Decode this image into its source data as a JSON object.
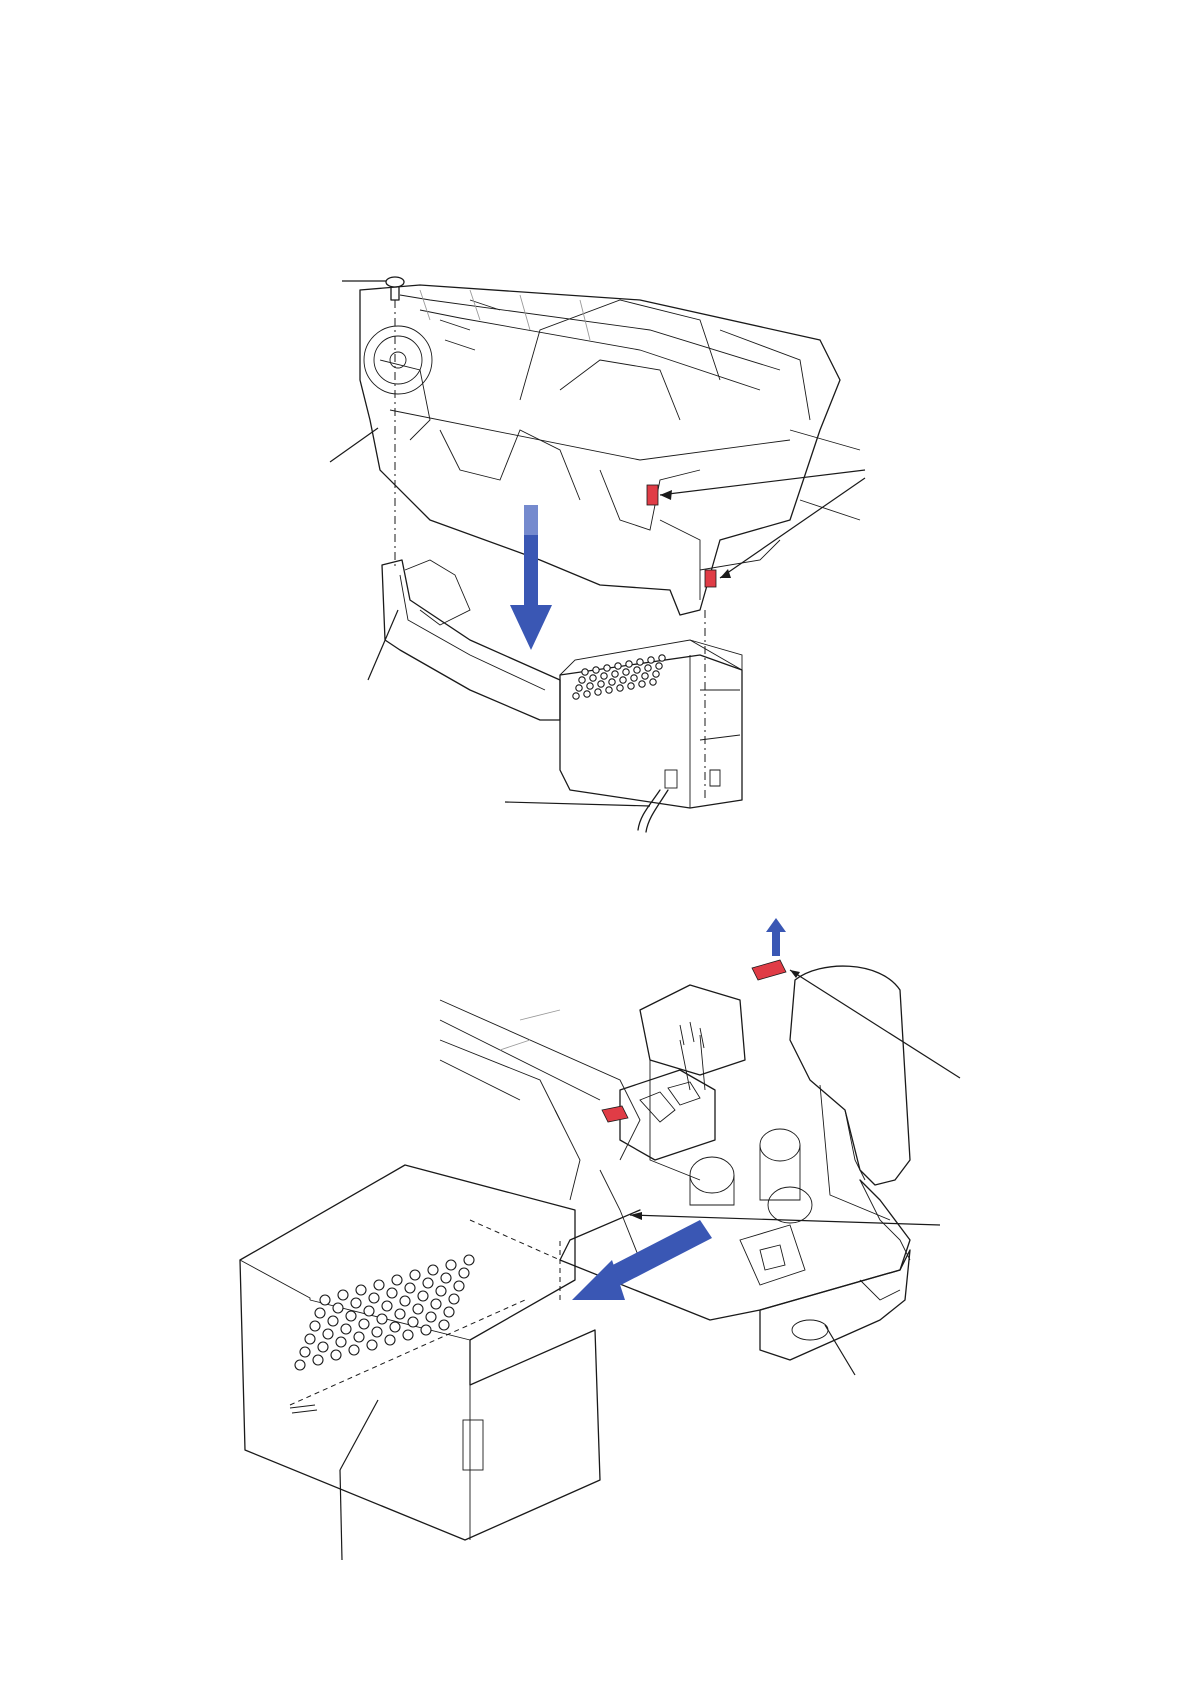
{
  "figures": [
    {
      "id": "top",
      "labels": [],
      "arrow": {
        "direction": "down",
        "color": "#3a57b4"
      },
      "hooks": {
        "count": 2,
        "color": "#e03c46"
      }
    },
    {
      "id": "bottom",
      "labels": [],
      "arrows": [
        {
          "direction": "up",
          "color": "#3a57b4"
        },
        {
          "direction": "down-left",
          "color": "#3a57b4"
        }
      ],
      "tabs": {
        "count": 2,
        "color": "#e03c46"
      }
    }
  ],
  "colors": {
    "accent_blue": "#3a57b4",
    "highlight_red": "#e03c46",
    "line": "#1a1a1a"
  },
  "icons": [
    "screw-icon",
    "move-arrow-icon",
    "lift-arrow-icon"
  ]
}
